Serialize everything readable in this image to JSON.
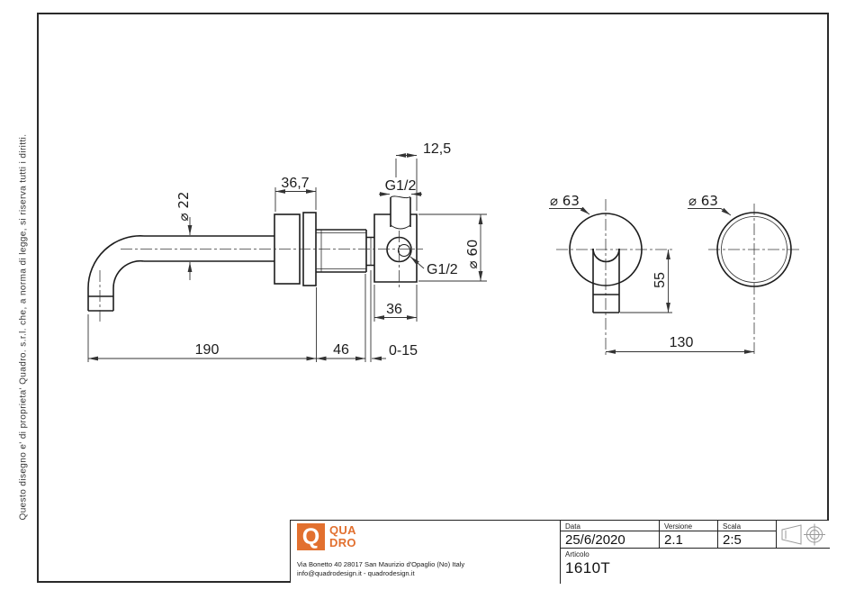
{
  "side_note": "Questo disegno e' di proprieta' Quadro. s.r.l. che, a norma di legge, si riserva tutti i diritti.",
  "drawing": {
    "labels": {
      "dim_12_5": "12,5",
      "dim_36_7": "36,7",
      "dia_22": "⌀ 22",
      "g12_top": "G1/2",
      "g12_side": "G1/2",
      "dia_60": "⌀ 60",
      "dim_36": "36",
      "dim_190": "190",
      "dim_46": "46",
      "dim_0_15": "0-15",
      "dia_63_left": "⌀ 63",
      "dim_55": "55",
      "dia_63_right": "⌀ 63",
      "dim_130": "130"
    }
  },
  "title_block": {
    "logo": {
      "q": "Q",
      "line1": "QUA",
      "line2": "DRO",
      "orange": "#e2702f"
    },
    "address_line1": "Via Bonetto 40  28017 San Maurizio d'Opaglio (No) Italy",
    "address_line2": "info@quadrodesign.it  -  quadrodesign.it",
    "fields": {
      "data_label": "Data",
      "data_value": "25/6/2020",
      "versione_label": "Versione",
      "versione_value": "2.1",
      "scala_label": "Scala",
      "scala_value": "2:5",
      "articolo_label": "Articolo",
      "articolo_value": "1610T"
    }
  }
}
